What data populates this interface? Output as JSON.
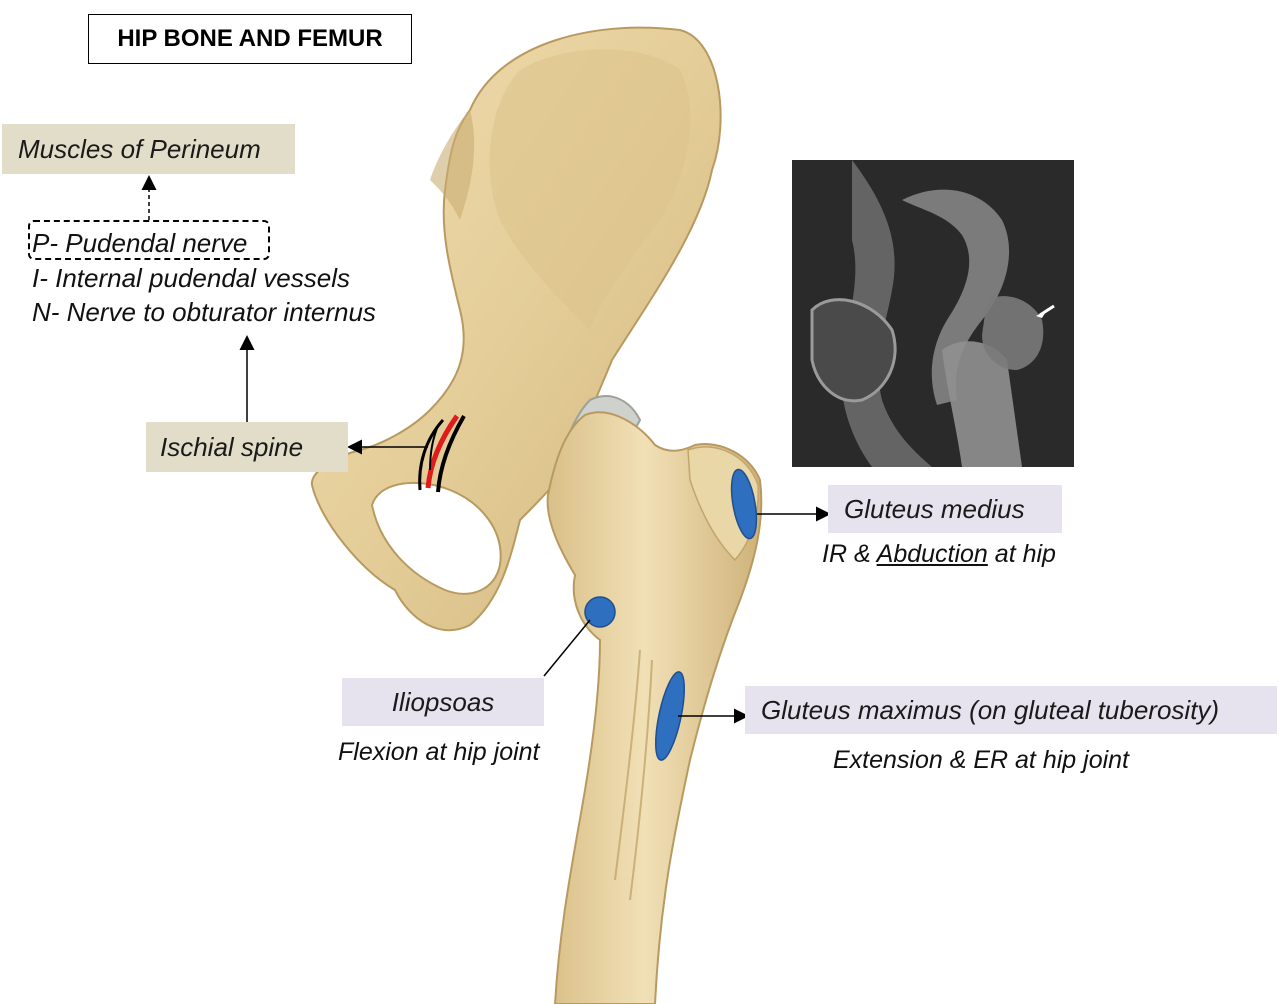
{
  "title": "HIP BONE AND FEMUR",
  "perineum_label": "Muscles of Perineum",
  "pin_mnemonic": {
    "p": "P- Pudendal nerve",
    "i": "I- Internal pudendal vessels",
    "n": "N- Nerve to obturator internus"
  },
  "ischial_spine_label": "Ischial spine",
  "gluteus_medius": {
    "label": "Gluteus medius",
    "action_prefix": "IR & ",
    "action_underlined": "Abduction",
    "action_suffix": " at hip"
  },
  "iliopsoas": {
    "label": "Iliopsoas",
    "action": "Flexion at hip joint"
  },
  "gluteus_maximus": {
    "label": "Gluteus maximus (on gluteal tuberosity)",
    "action": "Extension & ER at hip joint"
  },
  "colors": {
    "bone": "#e8d3a2",
    "bone_shadow": "#c9ad73",
    "attachment_blue": "#2e6fbf",
    "nerve_red": "#e01b1b",
    "label_tan": "#e2ddc9",
    "label_lavender": "#e6e2ee"
  }
}
